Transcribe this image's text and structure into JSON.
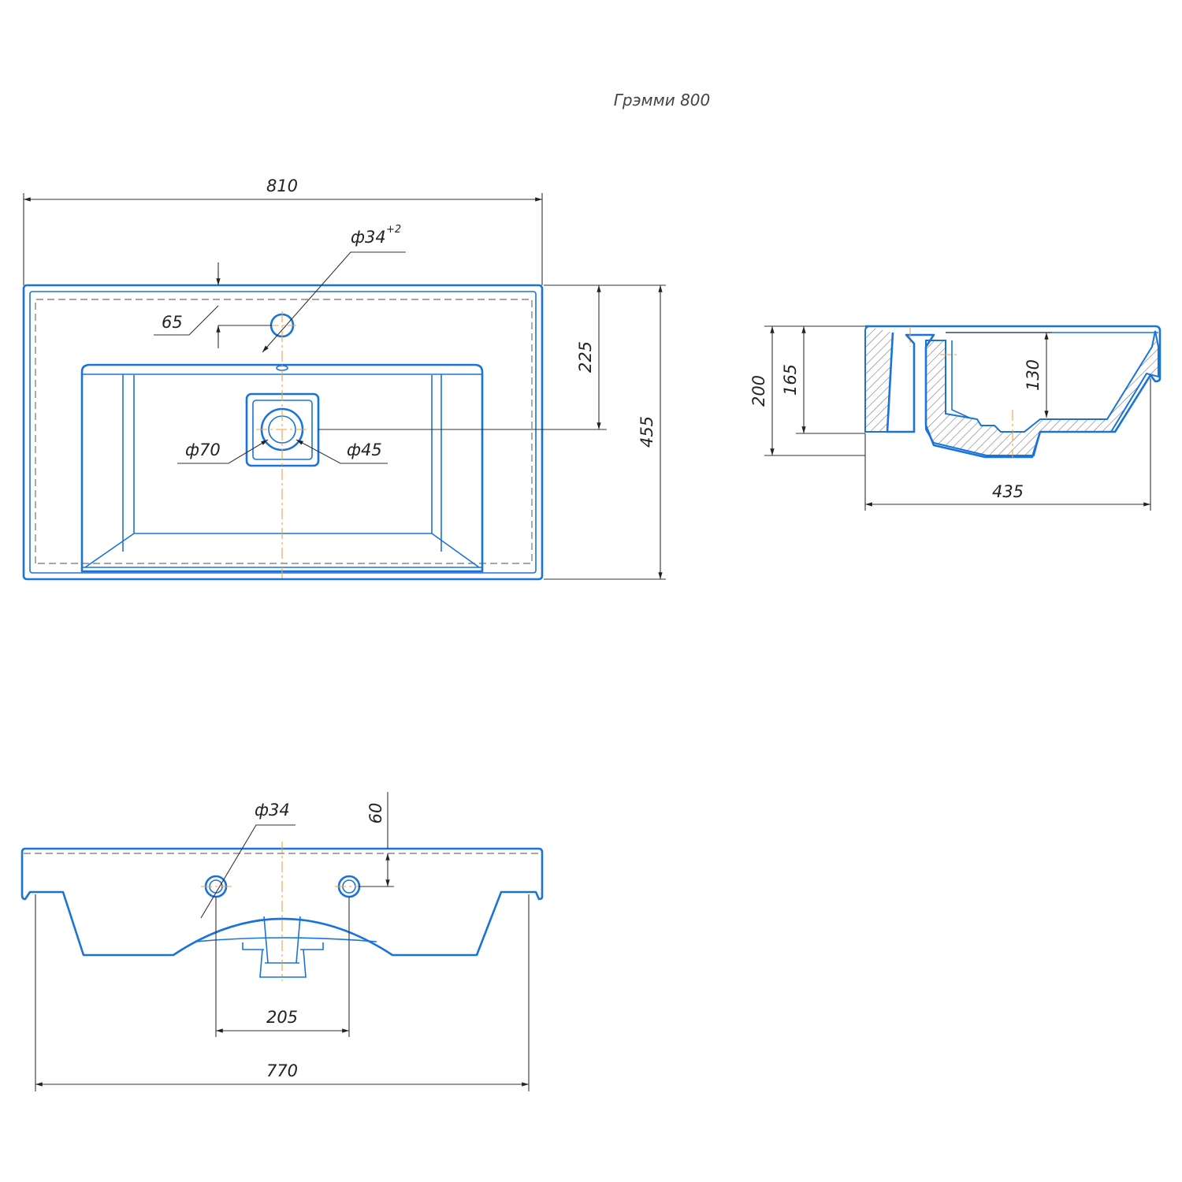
{
  "title": "Грэмми 800",
  "top_view": {
    "width": "810",
    "faucet_hole": "ф34",
    "faucet_tol": "+2",
    "faucet_offset": "65",
    "drain_offset": "225",
    "depth": "455",
    "drain_outer": "ф70",
    "drain_inner": "ф45"
  },
  "side_view": {
    "height_total": "200",
    "height_body": "165",
    "bowl_depth": "130",
    "depth": "435"
  },
  "front_view": {
    "hole": "ф34",
    "hole_offset": "60",
    "hole_spacing": "205",
    "bottom_width": "770"
  }
}
